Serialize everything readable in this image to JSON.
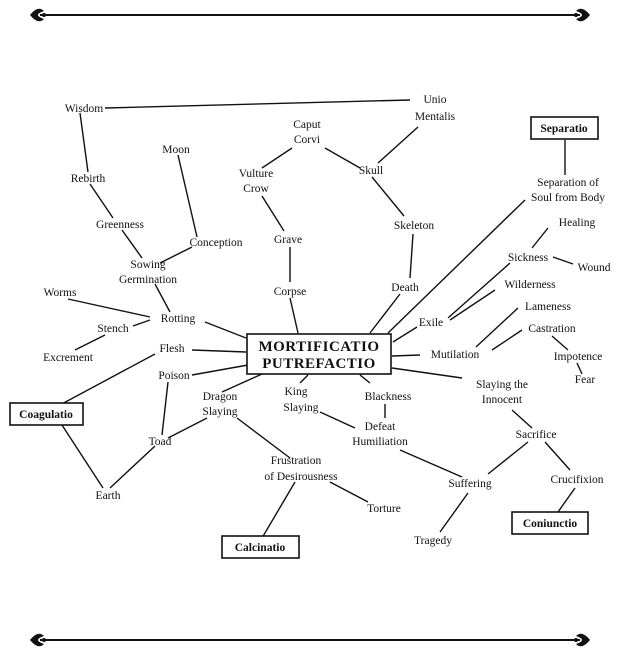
{
  "diagram": {
    "central_concept": {
      "line1": "MORTIFICATIO",
      "line2": "PUTREFACTIO"
    },
    "boxed_operations": {
      "separatio": "Separatio",
      "coagulatio": "Coagulatio",
      "calcinatio": "Calcinatio",
      "coniunctio": "Coniunctio"
    },
    "terms": {
      "wisdom": "Wisdom",
      "unio_mentalis_1": "Unio",
      "unio_mentalis_2": "Mentalis",
      "caput_corvi_1": "Caput",
      "caput_corvi_2": "Corvi",
      "moon": "Moon",
      "skull": "Skull",
      "vulture_crow_1": "Vulture",
      "vulture_crow_2": "Crow",
      "rebirth": "Rebirth",
      "separation_1": "Separation of",
      "separation_2": "Soul from Body",
      "greenness": "Greenness",
      "conception": "Conception",
      "grave": "Grave",
      "skeleton": "Skeleton",
      "healing": "Healing",
      "sowing_1": "Sowing",
      "sowing_2": "Germination",
      "sickness": "Sickness",
      "wound": "Wound",
      "wilderness": "Wilderness",
      "worms": "Worms",
      "corpse": "Corpse",
      "death": "Death",
      "lameness": "Lameness",
      "rotting": "Rotting",
      "stench": "Stench",
      "exile": "Exile",
      "castration": "Castration",
      "excrement": "Excrement",
      "flesh": "Flesh",
      "mutilation": "Mutilation",
      "impotence": "Impotence",
      "poison": "Poison",
      "fear": "Fear",
      "dragon_slaying_1": "Dragon",
      "dragon_slaying_2": "Slaying",
      "king_slaying_1": "King",
      "king_slaying_2": "Slaying",
      "blackness": "Blackness",
      "slaying_innocent_1": "Slaying the",
      "slaying_innocent_2": "Innocent",
      "defeat_1": "Defeat",
      "defeat_2": "Humiliation",
      "sacrifice": "Sacrifice",
      "toad": "Toad",
      "frustration_1": "Frustration",
      "frustration_2": "of Desirousness",
      "crucifixion": "Crucifixion",
      "suffering": "Suffering",
      "earth": "Earth",
      "torture": "Torture",
      "tragedy": "Tragedy"
    }
  }
}
